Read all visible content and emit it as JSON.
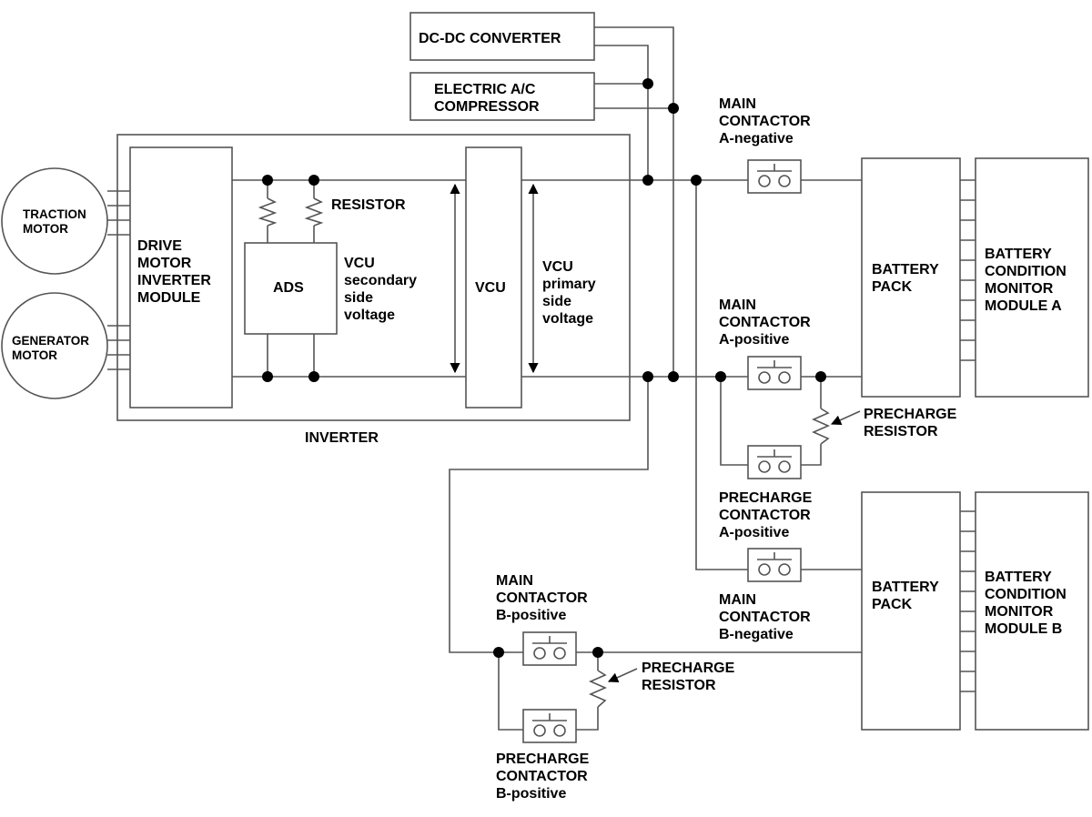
{
  "labels": {
    "dc_dc": "DC-DC CONVERTER",
    "ac_1": "ELECTRIC A/C",
    "ac_2": "COMPRESSOR",
    "traction_1": "TRACTION",
    "traction_2": "MOTOR",
    "generator_1": "GENERATOR",
    "generator_2": "MOTOR",
    "dmim_1": "DRIVE",
    "dmim_2": "MOTOR",
    "dmim_3": "INVERTER",
    "dmim_4": "MODULE",
    "resistor": "RESISTOR",
    "ads": "ADS",
    "vcu_sec_1": "VCU",
    "vcu_sec_2": "secondary",
    "vcu_sec_3": "side",
    "vcu_sec_4": "voltage",
    "vcu": "VCU",
    "vcu_pri_1": "VCU",
    "vcu_pri_2": "primary",
    "vcu_pri_3": "side",
    "vcu_pri_4": "voltage",
    "inverter": "INVERTER",
    "mc_aneg_1": "MAIN",
    "mc_aneg_2": "CONTACTOR",
    "mc_aneg_3": "A-negative",
    "mc_apos_1": "MAIN",
    "mc_apos_2": "CONTACTOR",
    "mc_apos_3": "A-positive",
    "pre_res_a_1": "PRECHARGE",
    "pre_res_a_2": "RESISTOR",
    "pc_apos_1": "PRECHARGE",
    "pc_apos_2": "CONTACTOR",
    "pc_apos_3": "A-positive",
    "mc_bneg_1": "MAIN",
    "mc_bneg_2": "CONTACTOR",
    "mc_bneg_3": "B-negative",
    "mc_bpos_1": "MAIN",
    "mc_bpos_2": "CONTACTOR",
    "mc_bpos_3": "B-positive",
    "pre_res_b_1": "PRECHARGE",
    "pre_res_b_2": "RESISTOR",
    "pc_bpos_1": "PRECHARGE",
    "pc_bpos_2": "CONTACTOR",
    "pc_bpos_3": "B-positive",
    "bp_a_1": "BATTERY",
    "bp_a_2": "PACK",
    "bp_b_1": "BATTERY",
    "bp_b_2": "PACK",
    "bcm_a_1": "BATTERY",
    "bcm_a_2": "CONDITION",
    "bcm_a_3": "MONITOR",
    "bcm_a_4": "MODULE A",
    "bcm_b_1": "BATTERY",
    "bcm_b_2": "CONDITION",
    "bcm_b_3": "MONITOR",
    "bcm_b_4": "MODULE B"
  }
}
